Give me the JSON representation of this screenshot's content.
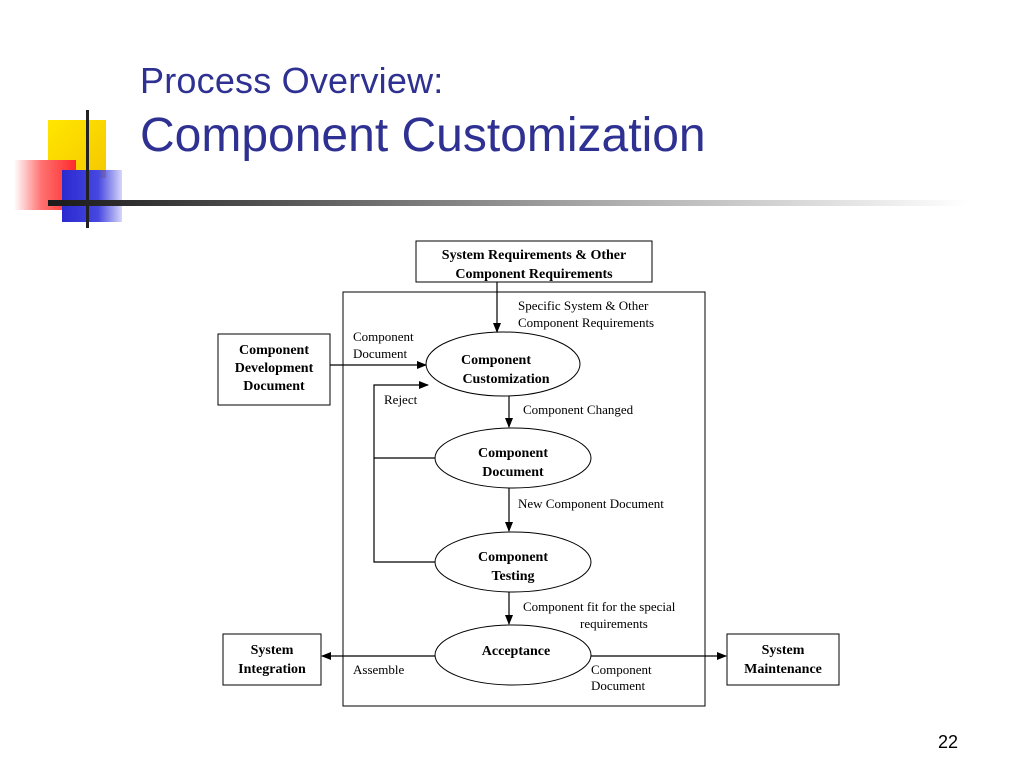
{
  "slide": {
    "title_line1": "Process Overview:",
    "title_line2": "Component Customization",
    "page_number": "22"
  },
  "diagram": {
    "boxes": {
      "requirements": [
        "System Requirements & Other",
        "Component Requirements"
      ],
      "dev_document": [
        "Component",
        "Development",
        "Document"
      ],
      "integration": [
        "System",
        "Integration"
      ],
      "maintenance": [
        "System",
        "Maintenance"
      ]
    },
    "ellipses": {
      "customization": [
        "Component",
        "Customization"
      ],
      "document": [
        "Component",
        "Document"
      ],
      "testing": [
        "Component",
        "Testing"
      ],
      "acceptance": [
        "Acceptance"
      ]
    },
    "labels": {
      "specific_requirements": [
        "Specific System & Other",
        "Component Requirements"
      ],
      "component_document_in": [
        "Component",
        "Document"
      ],
      "reject": "Reject",
      "component_changed": "Component Changed",
      "new_component_document": "New Component Document",
      "component_fit": [
        "Component fit for the special",
        "requirements"
      ],
      "assemble": "Assemble",
      "component_document_out": [
        "Component",
        "Document"
      ]
    }
  }
}
